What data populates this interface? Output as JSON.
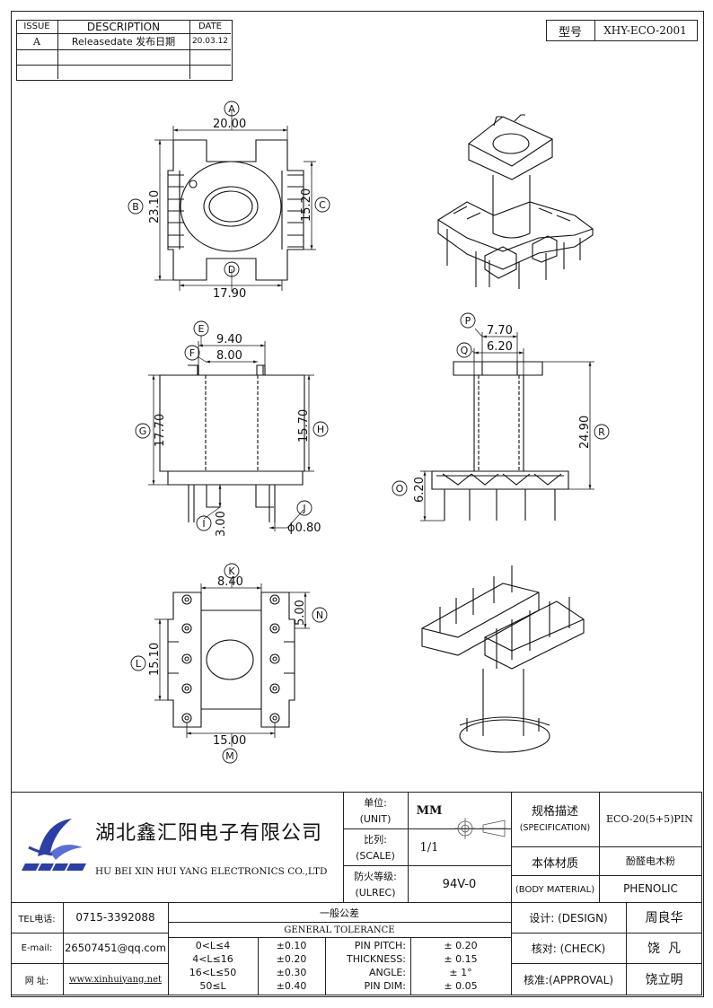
{
  "revision_table": {
    "headers": [
      "ISSUE",
      "DESCRIPTION",
      "DATE"
    ],
    "rows": [
      {
        "issue": "A",
        "description": "Releasedate 发布日期",
        "date": "20.03.12"
      }
    ]
  },
  "model": {
    "label": "型号",
    "value": "XHY-ECO-2001"
  },
  "views": {
    "top": {
      "circles": [
        "A",
        "B",
        "C",
        "D"
      ],
      "dims": {
        "width_top": "20.00",
        "height_left": "23.10",
        "height_right": "15.20",
        "width_bottom": "17.90"
      }
    },
    "front": {
      "circles": [
        "E",
        "F",
        "G",
        "H",
        "I",
        "J"
      ],
      "dims": {
        "e": "9.40",
        "f": "8.00",
        "g": "17.70",
        "h": "15.70",
        "i": "3.00",
        "j": "ϕ0.80"
      }
    },
    "side": {
      "circles": [
        "P",
        "Q",
        "R",
        "O"
      ],
      "dims": {
        "p": "7.70",
        "q": "6.20",
        "r": "24.90",
        "o": "6.20"
      }
    },
    "bottom": {
      "circles": [
        "K",
        "N",
        "L",
        "M"
      ],
      "dims": {
        "k": "8.40",
        "n": "5.00",
        "l": "15.10",
        "m": "15.00"
      }
    }
  },
  "title_block": {
    "company_cn": "湖北鑫汇阳电子有限公司",
    "company_en": "HU BEI XIN HUI YANG ELECTRONICS CO.,LTD",
    "unit_label_cn": "单位:",
    "unit_label_en": "(UNIT)",
    "unit_value": "MM",
    "scale_label_cn": "比列:",
    "scale_label_en": "(SCALE)",
    "scale_value": "1/1",
    "fire_label_cn": "防火等级:",
    "fire_label_en": "(ULREC)",
    "fire_value": "94V-0",
    "spec_label_cn": "规格描述",
    "spec_label_en": "(SPECIFICATION)",
    "spec_value": "ECO-20(5+5)PIN",
    "material_label_cn": "本体材质",
    "material_label_en": "(BODY MATERIAL)",
    "material_value_cn": "酚醛电木粉",
    "material_value_en": "PHENOLIC",
    "tel_label": "TEL电话:",
    "tel_value": "0715-3392088",
    "email_label": "E-mail:",
    "email_value": "26507451@qq.com",
    "web_label": "网  址:",
    "web_value": "www.xinhuiyang.net",
    "tolerance_cn": "一般公差",
    "tolerance_en": "GENERAL TOLERANCE",
    "tolerance_rows": [
      {
        "range": "0<L≤4",
        "tol": "±0.10"
      },
      {
        "range": "4<L≤16",
        "tol": "±0.20"
      },
      {
        "range": "16<L≤50",
        "tol": "±0.30"
      },
      {
        "range": "50≤L",
        "tol": "±0.40"
      }
    ],
    "pin_rows": [
      {
        "label": "PIN PITCH:",
        "value": "± 0.20"
      },
      {
        "label": "THICKNESS:",
        "value": "± 0.15"
      },
      {
        "label": "ANGLE:",
        "value": "± 1°"
      },
      {
        "label": "PIN DIM:",
        "value": "± 0.05"
      }
    ],
    "design_label": "设计: (DESIGN)",
    "design_value": "周良华",
    "check_label": "核对: (CHECK)",
    "check_value": "饶  凡",
    "approval_label": "核准:(APPROVAL)",
    "approval_value": "饶立明"
  }
}
